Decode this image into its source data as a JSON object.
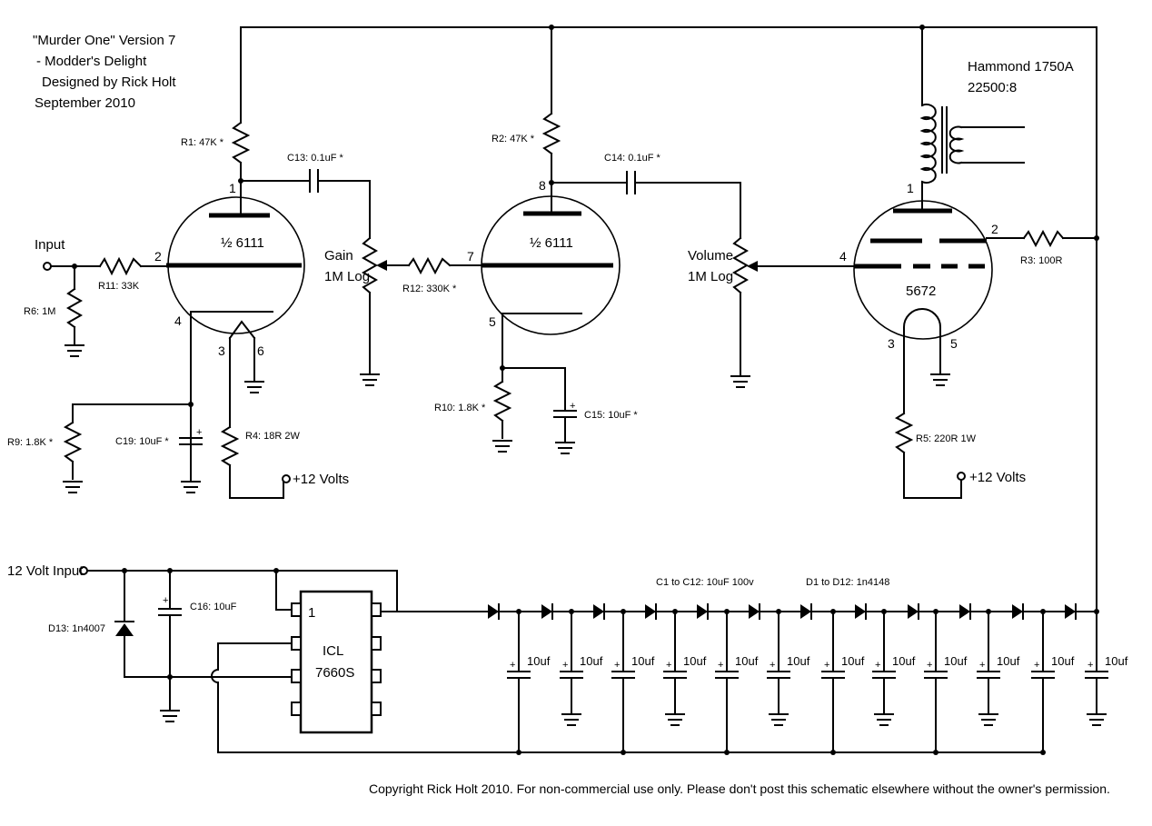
{
  "title": {
    "line1": "\"Murder One\" Version 7",
    "line2": "- Modder's Delight",
    "line3": "Designed by Rick Holt",
    "line4": "September 2010"
  },
  "transformer": {
    "name": "Hammond 1750A",
    "ratio": "22500:8"
  },
  "tubes": {
    "v1": "½ 6111",
    "v2": "½ 6111",
    "v3": "5672"
  },
  "pins": {
    "v1_plate": "1",
    "v1_grid": "2",
    "v1_cathode": "4",
    "v1_heater_a": "3",
    "v1_heater_b": "6",
    "v2_plate": "8",
    "v2_grid": "7",
    "v2_cathode": "5",
    "v3_plate": "1",
    "v3_screen": "2",
    "v3_grid": "4",
    "v3_fil_a": "3",
    "v3_fil_b": "5"
  },
  "labels": {
    "input": "Input",
    "r1": "R1: 47K *",
    "r2": "R2: 47K *",
    "r3": "R3: 100R",
    "r4": "R4: 18R 2W",
    "r5": "R5: 220R 1W",
    "r6": "R6: 1M",
    "r9": "R9: 1.8K *",
    "r10": "R10: 1.8K *",
    "r11": "R11: 33K",
    "r12": "R12: 330K *",
    "c13": "C13: 0.1uF *",
    "c14": "C14: 0.1uF *",
    "c15": "C15: 10uF *",
    "c19": "C19: 10uF *",
    "c16": "C16: 10uF",
    "d13": "D13: 1n4007",
    "gain1": "Gain",
    "gain2": "1M Log",
    "vol1": "Volume",
    "vol2": "1M Log",
    "plus12a": "+12 Volts",
    "plus12b": "+12 Volts",
    "volt_input": "12 Volt Input",
    "ic_pin1": "1",
    "ic_name1": "ICL",
    "ic_name2": "7660S",
    "c_chain": "C1 to C12: 10uF 100v",
    "d_chain": "D1 to D12: 1n4148",
    "cap_value": "10uf",
    "plus": "+"
  },
  "copyright": "Copyright Rick Holt 2010.  For non-commercial use only. Please don't post this schematic elsewhere without the owner's permission."
}
